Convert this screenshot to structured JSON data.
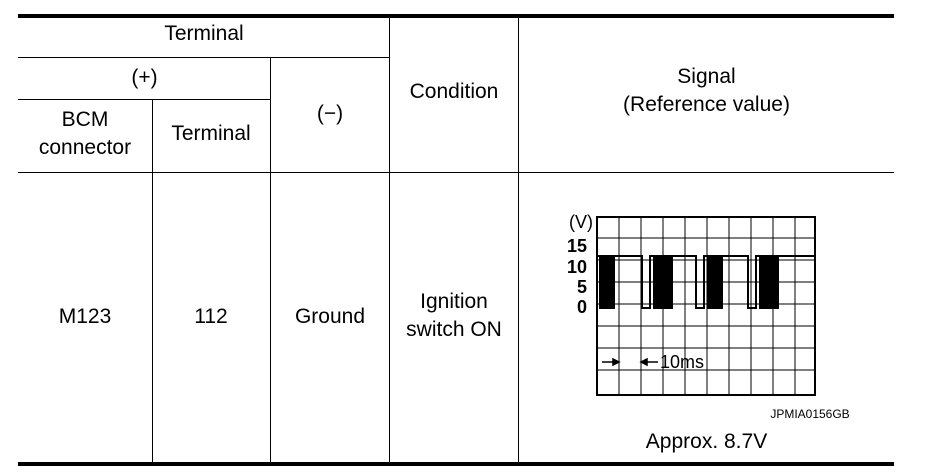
{
  "header": {
    "terminal": "Terminal",
    "plus": "(+)",
    "bcm_connector": [
      "BCM",
      "connector"
    ],
    "terminal_col": "Terminal",
    "minus": "(−)",
    "condition": "Condition",
    "signal": [
      "Signal",
      "(Reference value)"
    ]
  },
  "row": {
    "connector": "M123",
    "terminal": "112",
    "ground": "Ground",
    "condition": [
      "Ignition",
      "switch ON"
    ],
    "value": "Approx. 8.7V"
  },
  "scope": {
    "unit": "(V)",
    "y_labels": [
      "15",
      "10",
      "5",
      "0"
    ],
    "time_label": "10ms",
    "image_code": "JPMIA0156GB"
  }
}
